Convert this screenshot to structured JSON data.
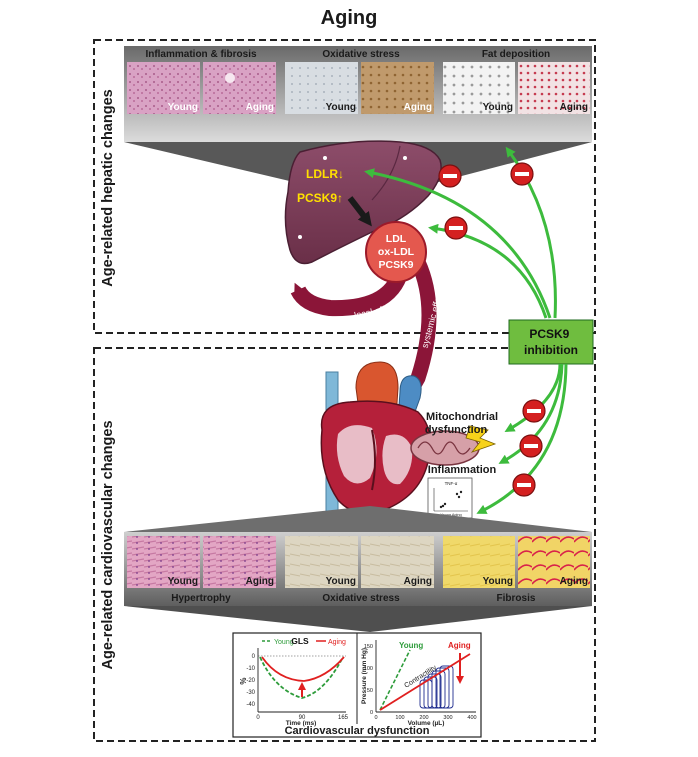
{
  "title": "Aging",
  "hepatic": {
    "side_label": "Age-related hepatic changes",
    "panels": [
      {
        "title": "Inflammation & fibrosis",
        "left": "Young",
        "right": "Aging"
      },
      {
        "title": "Oxidative stress",
        "left": "Young",
        "right": "Aging"
      },
      {
        "title": "Fat deposition",
        "left": "Young",
        "right": "Aging"
      }
    ],
    "liver_text": [
      "LDLR↓",
      "PCSK9↑"
    ],
    "circle_text": [
      "LDL",
      "ox-LDL",
      "PCSK9"
    ],
    "local_effect": "local effect",
    "systemic_effect": "systemic effect"
  },
  "pcsk9_box": "PCSK9 inhibition",
  "cardio": {
    "side_label": "Age-related cardiovascular changes",
    "mito_label": [
      "Mitochondrial",
      "dysfunction"
    ],
    "inflammation_label": "Inflammation",
    "inset": {
      "title": "TNF-α",
      "xlabel": "Young Aging"
    },
    "panels": [
      {
        "title": "Hypertrophy",
        "left": "Young",
        "right": "Aging"
      },
      {
        "title": "Oxidative stress",
        "left": "Young",
        "right": "Aging"
      },
      {
        "title": "Fibrosis",
        "left": "Young",
        "right": "Aging"
      }
    ],
    "bottom_caption": "Cardiovascular dysfunction"
  },
  "gls_chart": {
    "title": "GLS",
    "legend": [
      "Young",
      "Aging"
    ],
    "ylabel": "%",
    "xlabel": "Time (ms)",
    "yticks": [
      "0",
      "-10",
      "-20",
      "-30",
      "-40"
    ],
    "xticks": [
      "0",
      "90",
      "165"
    ]
  },
  "pv_chart": {
    "young": "Young",
    "aging": "Aging",
    "contractility": "Contractility",
    "ylabel": "Pressure (mm Hg)",
    "xlabel": "Volume (µL)",
    "yticks": [
      "0",
      "50",
      "100",
      "150"
    ],
    "xticks": [
      "0",
      "100",
      "200",
      "300",
      "400"
    ]
  },
  "colors": {
    "liver": "#7a3d57",
    "maroon": "#8b1538",
    "green_arrow": "#3dbb3d",
    "pcsk9_box": "#6fbd3f",
    "gray_wedge": "#5a5a5a",
    "yellow_text": "#ffe000"
  }
}
